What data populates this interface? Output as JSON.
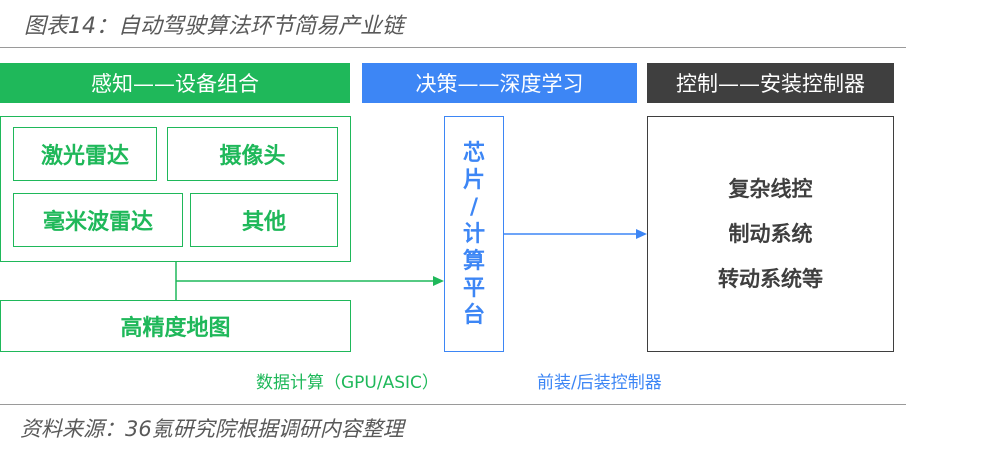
{
  "title": "图表14：自动驾驶算法环节简易产业链",
  "headers": {
    "perception": "感知——设备组合",
    "decision": "决策——深度学习",
    "control": "控制——安装控制器"
  },
  "perception": {
    "lidar": "激光雷达",
    "camera": "摄像头",
    "mmwave_radar": "毫米波雷达",
    "other": "其他",
    "hd_map": "高精度地图"
  },
  "decision": {
    "chip_chars": [
      "芯",
      "片",
      "/",
      "计",
      "算",
      "平",
      "台"
    ]
  },
  "control": {
    "items": [
      "复杂线控",
      "制动系统",
      "转动系统等"
    ]
  },
  "captions": {
    "data_compute": "数据计算（GPU/ASIC）",
    "controller": "前装/后装控制器"
  },
  "source": "资料来源：36氪研究院根据调研内容整理",
  "colors": {
    "green": "#1fb85a",
    "blue": "#3d86f5",
    "dark": "#3f3f3f"
  }
}
